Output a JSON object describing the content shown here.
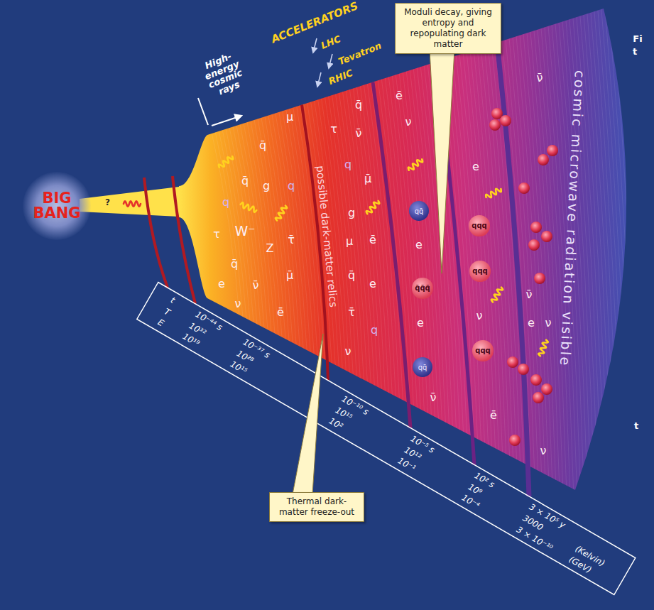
{
  "diagram": {
    "nodes": [
      {
        "text": [
          "BIG BANG"
        ]
      },
      {
        "text": [
          "?"
        ]
      },
      {
        "text": [
          "Moduli decay, giving entropy and repopulating dark matter"
        ]
      },
      {
        "text": [
          "qq̄"
        ]
      },
      {
        "text": [
          "qqq"
        ]
      },
      {
        "text": [
          "qqq"
        ]
      },
      {
        "text": [
          "q̄q̄q̄"
        ]
      },
      {
        "text": [
          "qqq"
        ]
      },
      {
        "text": [
          "qq̄"
        ]
      },
      {
        "text": [
          "Thermal dark-matter freeze-out"
        ]
      }
    ],
    "labels": [
      "ACCELERATORS",
      "LHC",
      "Tevatron",
      "RHIC",
      "High-energy cosmic rays",
      "possible dark-matter relics",
      "cosmic microwave radiation visible",
      "μ",
      "q̄",
      "q̄",
      "g",
      "q",
      "q",
      "τ",
      "W⁻",
      "Z",
      "τ̄",
      "q̄",
      "μ̄",
      "e",
      "ν̄",
      "ν",
      "ē",
      "q̄",
      "τ",
      "ν̄",
      "q",
      "μ̄",
      "g",
      "μ",
      "ē",
      "q̄",
      "e",
      "τ̄",
      "q",
      "ν",
      "ē",
      "ν",
      "e",
      "e",
      "ν̄",
      "e",
      "ν",
      "ē",
      "ν̄",
      "ν̄",
      "e",
      "ν",
      "ν",
      "t",
      "T",
      "E",
      "10⁻⁴⁴ s",
      "10³²",
      "10¹⁹",
      "10⁻³⁷ s",
      "10²⁸",
      "10¹⁵",
      "10⁻¹⁰ s",
      "10¹⁵",
      "10²",
      "10⁻⁵ s",
      "10¹²",
      "10⁻¹",
      "10² s",
      "10⁹",
      "10⁻⁴",
      "3 × 10⁵ y",
      "3000",
      "3 × 10⁻¹⁰",
      "(Kelvin)",
      "(GeV)",
      "Fi",
      "t",
      "t"
    ]
  }
}
